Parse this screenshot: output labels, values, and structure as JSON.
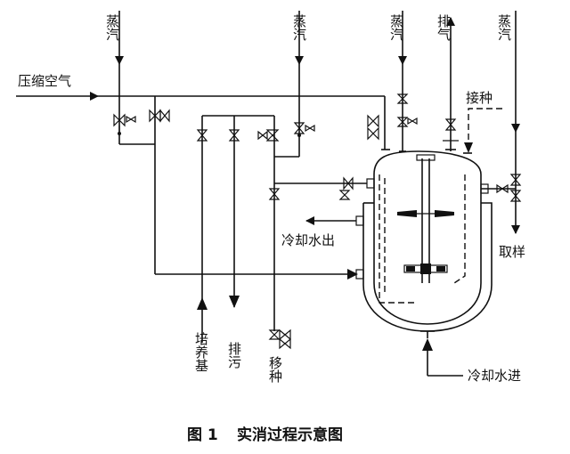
{
  "labels": {
    "steam": "蒸汽",
    "exhaust": "排气",
    "compressed_air": "压缩空气",
    "inoculation": "接种",
    "sampling": "取样",
    "cooling_water_out": "冷却水出",
    "cooling_water_in": "冷却水进",
    "medium": "培养基",
    "drain": "排污",
    "transfer": "移种"
  },
  "caption": {
    "figure_no": "图 1",
    "title": "实消过程示意图"
  }
}
